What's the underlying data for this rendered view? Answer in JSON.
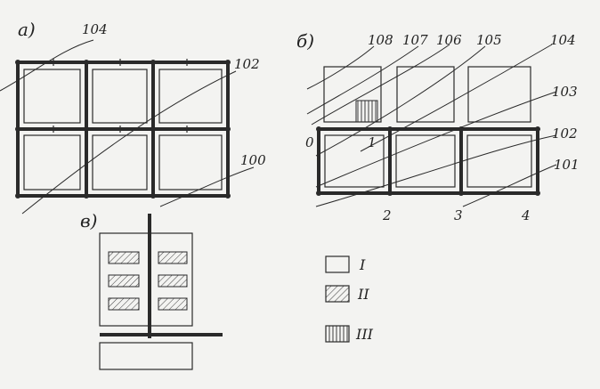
{
  "panels": {
    "a": {
      "letter": "а)",
      "callouts": [
        "104",
        "102",
        "100"
      ]
    },
    "b": {
      "letter": "б)",
      "callouts": [
        "108",
        "107",
        "106",
        "105",
        "104",
        "103",
        "102",
        "101"
      ],
      "axis": [
        "0",
        "1",
        "2",
        "3",
        "4"
      ]
    },
    "v": {
      "letter": "в)"
    }
  },
  "legend": [
    {
      "id": "I",
      "label": "I",
      "pattern": "empty"
    },
    {
      "id": "II",
      "label": "II",
      "pattern": "diagonal"
    },
    {
      "id": "III",
      "label": "III",
      "pattern": "vertical"
    }
  ],
  "colors": {
    "ink": "#2a2a2a",
    "paper": "#f3f3f1"
  }
}
